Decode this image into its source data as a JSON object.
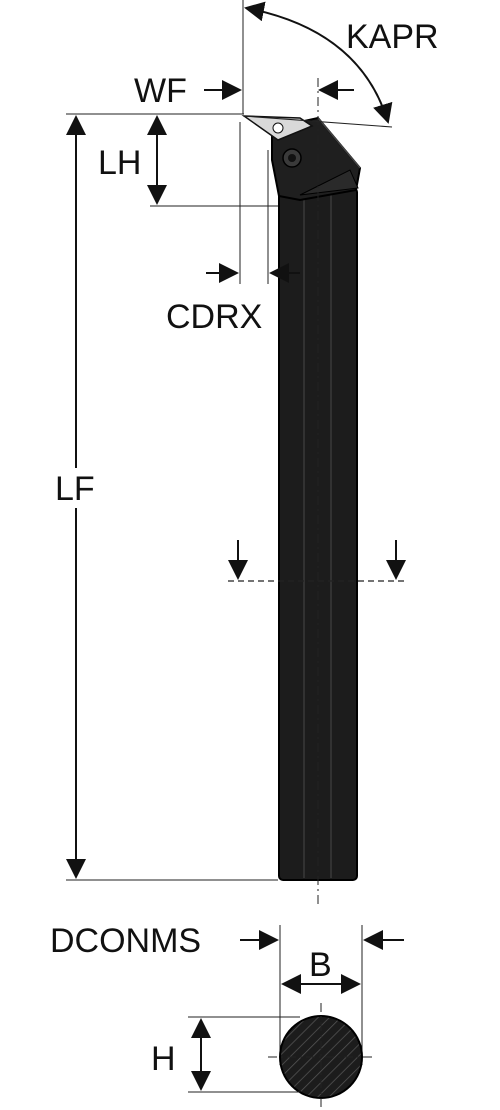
{
  "labels": {
    "kapr": "KAPR",
    "wf": "WF",
    "lh": "LH",
    "cdrx": "CDRX",
    "lf": "LF",
    "dconms": "DCONMS",
    "b": "B",
    "h": "H"
  },
  "colors": {
    "tool_body": "#1c1c1c",
    "tool_body_edge": "#000000",
    "insert": "#d9d9d9",
    "dimension": "#111111",
    "background": "#ffffff"
  }
}
